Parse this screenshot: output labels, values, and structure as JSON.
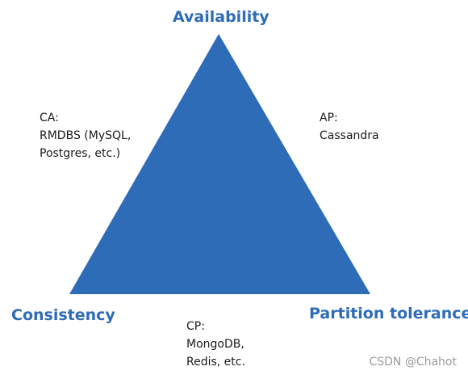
{
  "diagram": {
    "vertices": {
      "top": "Availability",
      "left": "Consistency",
      "right": "Partition tolerance"
    },
    "edges": {
      "ca": {
        "title": "CA:",
        "line1": "RMDBS (MySQL,",
        "line2": "Postgres, etc.)"
      },
      "ap": {
        "title": "AP:",
        "line1": "Cassandra"
      },
      "cp": {
        "title": "CP:",
        "line1": "MongoDB,",
        "line2": "Redis, etc."
      }
    },
    "colors": {
      "triangle_fill": "#2e6cb7",
      "vertex_text": "#2e6cb7"
    }
  },
  "watermark": "CSDN @Chahot"
}
